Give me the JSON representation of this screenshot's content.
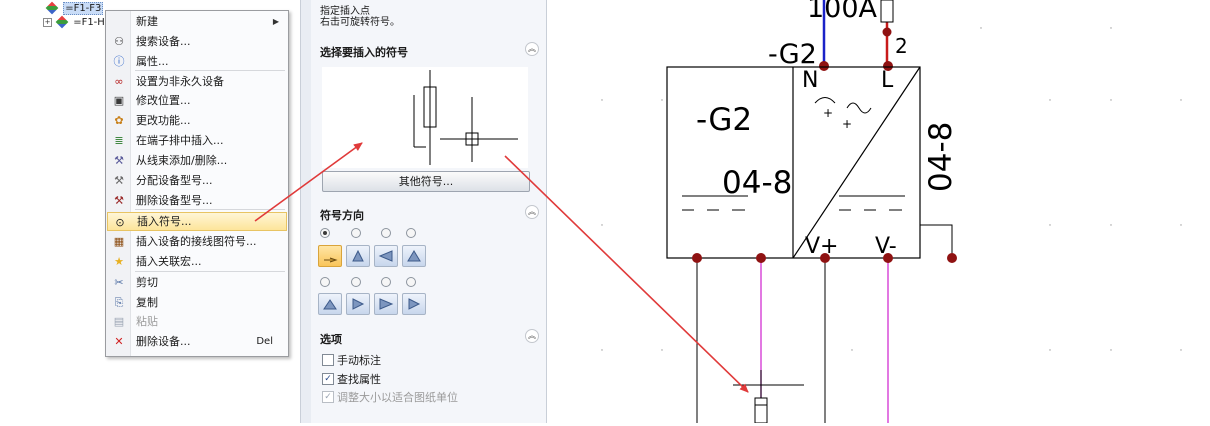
{
  "tree": {
    "rows": [
      {
        "label": "=F1-F3",
        "selected": true
      },
      {
        "label": "=F1-H",
        "selected": false
      }
    ]
  },
  "context_menu": {
    "items": [
      {
        "label": "新建",
        "icon": "new-icon",
        "submenu": true
      },
      {
        "label": "搜索设备...",
        "icon": "binoculars-icon"
      },
      {
        "label": "属性...",
        "icon": "info-icon"
      },
      {
        "label": "设置为非永久设备",
        "icon": "infinity-icon"
      },
      {
        "label": "修改位置...",
        "icon": "location-icon"
      },
      {
        "label": "更改功能...",
        "icon": "function-icon"
      },
      {
        "label": "在端子排中插入...",
        "icon": "terminal-icon"
      },
      {
        "label": "从线束添加/删除...",
        "icon": "harness-icon"
      },
      {
        "label": "分配设备型号...",
        "icon": "tools-icon"
      },
      {
        "label": "删除设备型号...",
        "icon": "tools-delete-icon"
      },
      {
        "label": "插入符号...",
        "icon": "symbol-icon",
        "highlighted": true
      },
      {
        "label": "插入设备的接线图符号...",
        "icon": "wiring-icon"
      },
      {
        "label": "插入关联宏...",
        "icon": "star-icon"
      },
      {
        "label": "剪切",
        "icon": "scissors-icon"
      },
      {
        "label": "复制",
        "icon": "copy-icon"
      },
      {
        "label": "粘贴",
        "icon": "paste-icon",
        "disabled": true
      },
      {
        "label": "删除设备...",
        "icon": "delete-icon",
        "shortcut": "Del"
      }
    ]
  },
  "panel": {
    "prompt_line1": "指定插入点",
    "prompt_line2": "右击可旋转符号。",
    "select_symbol_header": "选择要插入的符号",
    "other_symbols_button": "其他符号...",
    "orientation_header": "符号方向",
    "options_header": "选项",
    "options": [
      {
        "label": "手动标注",
        "checked": false,
        "disabled": false
      },
      {
        "label": "查找属性",
        "checked": true,
        "disabled": false
      },
      {
        "label": "调整大小以适合图纸单位",
        "checked": true,
        "disabled": true
      }
    ]
  },
  "drawing": {
    "top_label": "100A",
    "device_tag_top": "-G2",
    "terminal_2": "2",
    "pin_n": "N",
    "pin_l": "L",
    "device_tag": "-G2",
    "sheet_ref": "04-8",
    "sheet_ref_vertical": "04-8",
    "pin_vplus": "V+",
    "pin_vminus": "V-"
  }
}
